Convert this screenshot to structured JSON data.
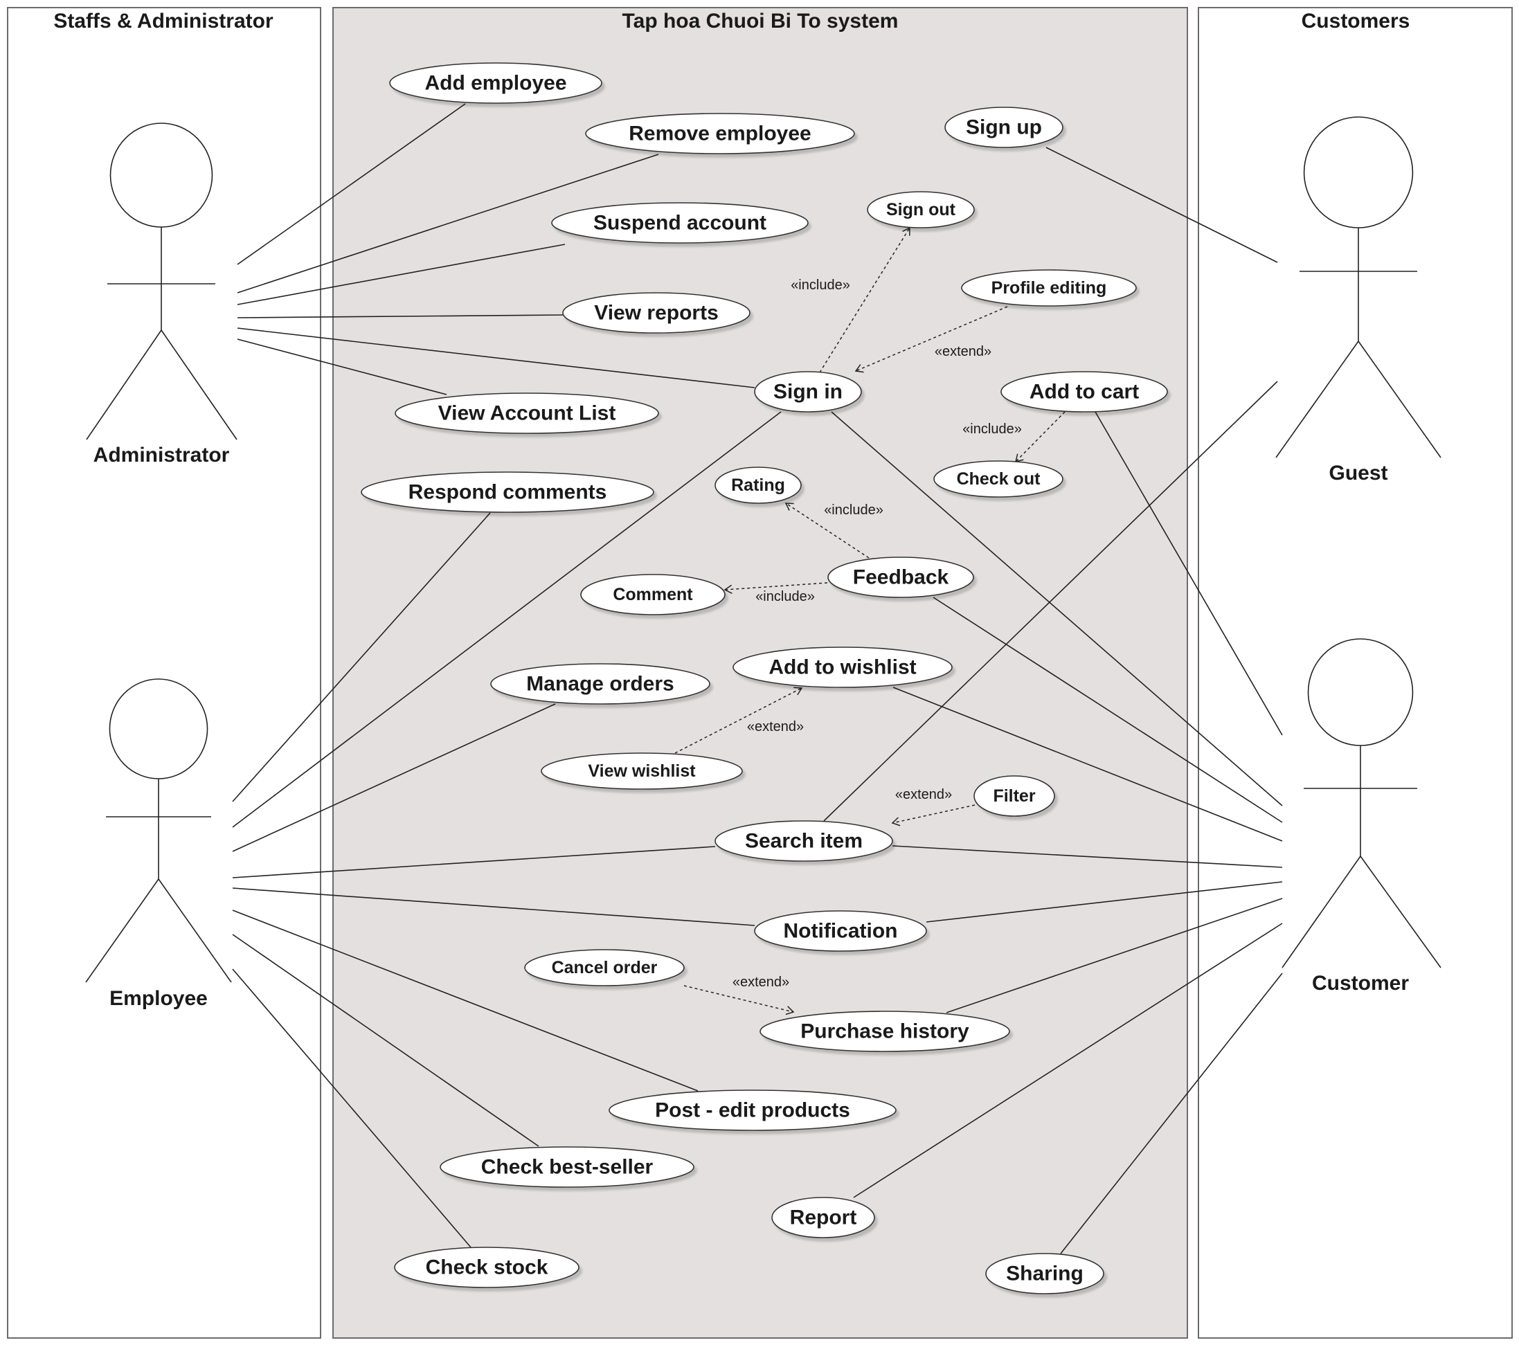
{
  "panes": {
    "staff": "Staffs & Administrator",
    "system": "Tap hoa Chuoi Bi To system",
    "customers": "Customers"
  },
  "colors": {
    "system_fill": "#e5e0e0",
    "border": "#6b6b6b",
    "line": "#222222"
  },
  "actors": [
    {
      "id": "administrator",
      "label": "Administrator"
    },
    {
      "id": "employee",
      "label": "Employee"
    },
    {
      "id": "guest",
      "label": "Guest"
    },
    {
      "id": "customer",
      "label": "Customer"
    }
  ],
  "use_cases": [
    {
      "id": "add-employee",
      "label": "Add employee"
    },
    {
      "id": "remove-employee",
      "label": "Remove employee"
    },
    {
      "id": "suspend-account",
      "label": "Suspend account"
    },
    {
      "id": "view-reports",
      "label": "View reports"
    },
    {
      "id": "view-account-list",
      "label": "View Account List"
    },
    {
      "id": "respond-comments",
      "label": "Respond comments"
    },
    {
      "id": "sign-up",
      "label": "Sign up"
    },
    {
      "id": "sign-out",
      "label": "Sign out"
    },
    {
      "id": "profile-editing",
      "label": "Profile editing"
    },
    {
      "id": "sign-in",
      "label": "Sign in"
    },
    {
      "id": "add-to-cart",
      "label": "Add to cart"
    },
    {
      "id": "check-out",
      "label": "Check out"
    },
    {
      "id": "rating",
      "label": "Rating"
    },
    {
      "id": "feedback",
      "label": "Feedback"
    },
    {
      "id": "comment",
      "label": "Comment"
    },
    {
      "id": "manage-orders",
      "label": "Manage orders"
    },
    {
      "id": "add-to-wishlist",
      "label": "Add to wishlist"
    },
    {
      "id": "view-wishlist",
      "label": "View wishlist"
    },
    {
      "id": "filter",
      "label": "Filter"
    },
    {
      "id": "search-item",
      "label": "Search item"
    },
    {
      "id": "notification",
      "label": "Notification"
    },
    {
      "id": "cancel-order",
      "label": "Cancel order"
    },
    {
      "id": "purchase-history",
      "label": "Purchase history"
    },
    {
      "id": "post-edit-products",
      "label": "Post - edit products"
    },
    {
      "id": "check-best-seller",
      "label": "Check best-seller"
    },
    {
      "id": "report",
      "label": "Report"
    },
    {
      "id": "check-stock",
      "label": "Check stock"
    },
    {
      "id": "sharing",
      "label": "Sharing"
    }
  ],
  "associations": [
    {
      "actor": "administrator",
      "use_case": "add-employee"
    },
    {
      "actor": "administrator",
      "use_case": "remove-employee"
    },
    {
      "actor": "administrator",
      "use_case": "suspend-account"
    },
    {
      "actor": "administrator",
      "use_case": "view-reports"
    },
    {
      "actor": "administrator",
      "use_case": "sign-in"
    },
    {
      "actor": "administrator",
      "use_case": "view-account-list"
    },
    {
      "actor": "employee",
      "use_case": "respond-comments"
    },
    {
      "actor": "employee",
      "use_case": "sign-in"
    },
    {
      "actor": "employee",
      "use_case": "manage-orders"
    },
    {
      "actor": "employee",
      "use_case": "search-item"
    },
    {
      "actor": "employee",
      "use_case": "notification"
    },
    {
      "actor": "employee",
      "use_case": "post-edit-products"
    },
    {
      "actor": "employee",
      "use_case": "check-best-seller"
    },
    {
      "actor": "employee",
      "use_case": "check-stock"
    },
    {
      "actor": "guest",
      "use_case": "sign-up"
    },
    {
      "actor": "guest",
      "use_case": "search-item"
    },
    {
      "actor": "customer",
      "use_case": "sign-in"
    },
    {
      "actor": "customer",
      "use_case": "add-to-cart"
    },
    {
      "actor": "customer",
      "use_case": "feedback"
    },
    {
      "actor": "customer",
      "use_case": "add-to-wishlist"
    },
    {
      "actor": "customer",
      "use_case": "search-item"
    },
    {
      "actor": "customer",
      "use_case": "notification"
    },
    {
      "actor": "customer",
      "use_case": "purchase-history"
    },
    {
      "actor": "customer",
      "use_case": "report"
    },
    {
      "actor": "customer",
      "use_case": "sharing"
    }
  ],
  "relations": [
    {
      "from": "sign-in",
      "to": "sign-out",
      "label": "«include»"
    },
    {
      "from": "profile-editing",
      "to": "sign-in",
      "label": "«extend»"
    },
    {
      "from": "add-to-cart",
      "to": "check-out",
      "label": "«include»"
    },
    {
      "from": "feedback",
      "to": "rating",
      "label": "«include»"
    },
    {
      "from": "feedback",
      "to": "comment",
      "label": "«include»"
    },
    {
      "from": "view-wishlist",
      "to": "add-to-wishlist",
      "label": "«extend»"
    },
    {
      "from": "filter",
      "to": "search-item",
      "label": "«extend»"
    },
    {
      "from": "cancel-order",
      "to": "purchase-history",
      "label": "«extend»"
    }
  ]
}
